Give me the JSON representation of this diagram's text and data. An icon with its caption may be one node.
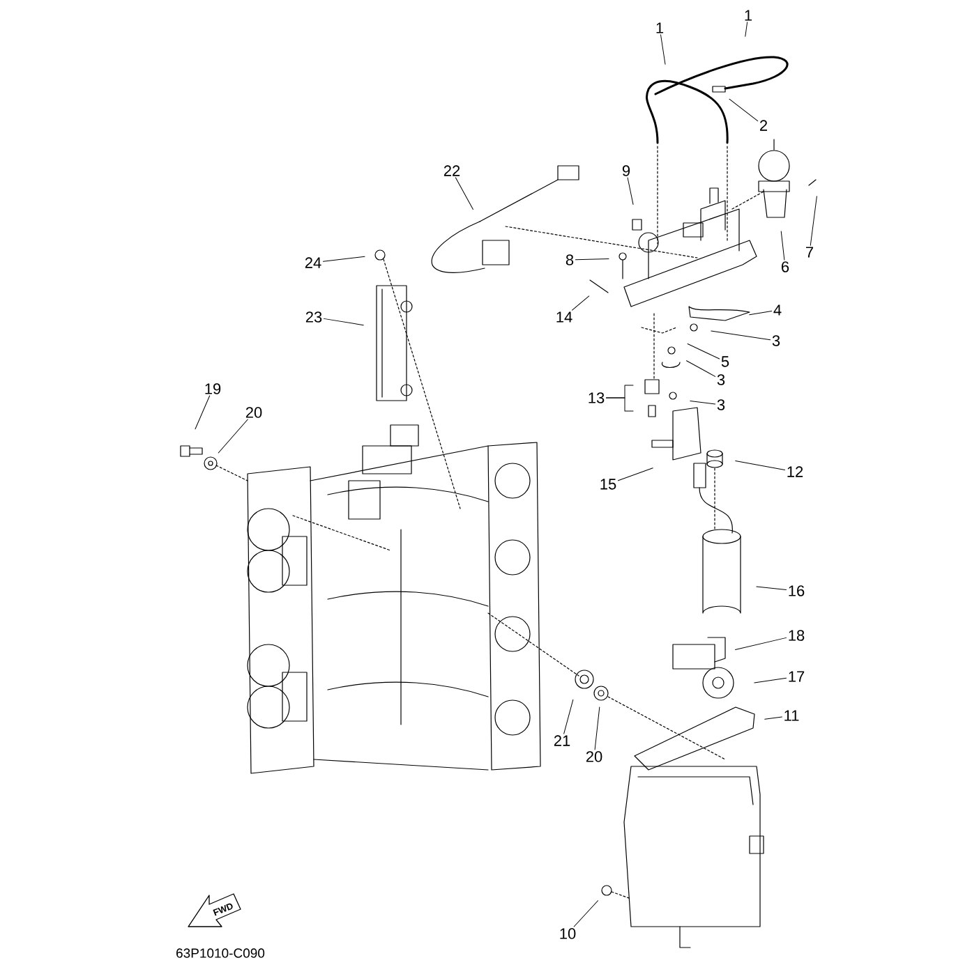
{
  "diagram": {
    "nodes": [
      {
        "text": [
          "1"
        ]
      },
      {
        "text": [
          "1"
        ]
      },
      {
        "text": [
          "2"
        ]
      },
      {
        "text": [
          "22"
        ]
      },
      {
        "text": [
          "9"
        ]
      },
      {
        "text": [
          "7"
        ]
      },
      {
        "text": [
          "24"
        ]
      },
      {
        "text": [
          "8"
        ]
      },
      {
        "text": [
          "6"
        ]
      },
      {
        "text": [
          "4"
        ]
      },
      {
        "text": [
          "14"
        ]
      },
      {
        "text": [
          "23"
        ]
      },
      {
        "text": [
          "3"
        ]
      },
      {
        "text": [
          "5"
        ]
      },
      {
        "text": [
          "3"
        ]
      },
      {
        "text": [
          "19"
        ]
      },
      {
        "text": [
          "13"
        ]
      },
      {
        "text": [
          "3"
        ]
      },
      {
        "text": [
          "20"
        ]
      },
      {
        "text": [
          "12"
        ]
      },
      {
        "text": [
          "15"
        ]
      },
      {
        "text": [
          "16"
        ]
      },
      {
        "text": [
          "18"
        ]
      },
      {
        "text": [
          "17"
        ]
      },
      {
        "text": [
          "11"
        ]
      },
      {
        "text": [
          "21"
        ]
      },
      {
        "text": [
          "20"
        ]
      },
      {
        "text": [
          "10"
        ]
      }
    ],
    "edges": [
      {
        "from": 0,
        "to": null,
        "arrow": "none"
      },
      {
        "from": 1,
        "to": null,
        "arrow": "none"
      },
      {
        "from": 2,
        "to": null,
        "arrow": "none"
      },
      {
        "from": 3,
        "to": null,
        "arrow": "none"
      },
      {
        "from": 4,
        "to": null,
        "arrow": "none"
      },
      {
        "from": 5,
        "to": null,
        "arrow": "none"
      },
      {
        "from": 6,
        "to": null,
        "arrow": "none"
      },
      {
        "from": 7,
        "to": null,
        "arrow": "none"
      },
      {
        "from": 8,
        "to": null,
        "arrow": "none"
      },
      {
        "from": 9,
        "to": null,
        "arrow": "none"
      },
      {
        "from": 10,
        "to": null,
        "arrow": "none"
      },
      {
        "from": 11,
        "to": null,
        "arrow": "none"
      },
      {
        "from": 12,
        "to": null,
        "arrow": "none"
      },
      {
        "from": 13,
        "to": null,
        "arrow": "none"
      },
      {
        "from": 14,
        "to": null,
        "arrow": "none"
      },
      {
        "from": 15,
        "to": null,
        "arrow": "none"
      },
      {
        "from": 16,
        "to": null,
        "arrow": "none"
      },
      {
        "from": 16,
        "to": null,
        "arrow": "none"
      },
      {
        "from": 17,
        "to": null,
        "arrow": "none"
      },
      {
        "from": 18,
        "to": null,
        "arrow": "none"
      },
      {
        "from": 19,
        "to": null,
        "arrow": "none"
      },
      {
        "from": 20,
        "to": null,
        "arrow": "none"
      },
      {
        "from": 21,
        "to": null,
        "arrow": "none"
      },
      {
        "from": 22,
        "to": null,
        "arrow": "none"
      },
      {
        "from": 23,
        "to": null,
        "arrow": "none"
      },
      {
        "from": 24,
        "to": null,
        "arrow": "none"
      },
      {
        "from": 25,
        "to": null,
        "arrow": "none"
      },
      {
        "from": 26,
        "to": null,
        "arrow": "none"
      },
      {
        "from": 27,
        "to": null,
        "arrow": "none"
      }
    ],
    "labels": [
      "FWD",
      "63P1010-C090"
    ]
  }
}
